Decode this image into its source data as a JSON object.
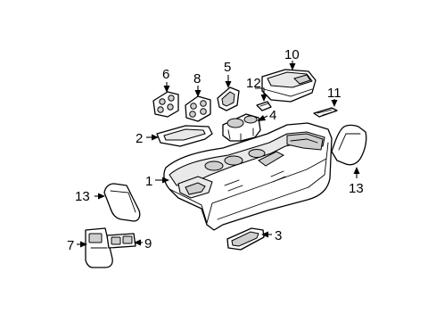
{
  "callouts": {
    "c1": "1",
    "c2": "2",
    "c3": "3",
    "c4": "4",
    "c5": "5",
    "c6": "6",
    "c7": "7",
    "c8": "8",
    "c9": "9",
    "c10": "10",
    "c11": "11",
    "c12": "12",
    "c13a": "13",
    "c13b": "13"
  },
  "colors": {
    "line": "#000000",
    "background": "#ffffff",
    "shade": "#e9e9e9"
  }
}
